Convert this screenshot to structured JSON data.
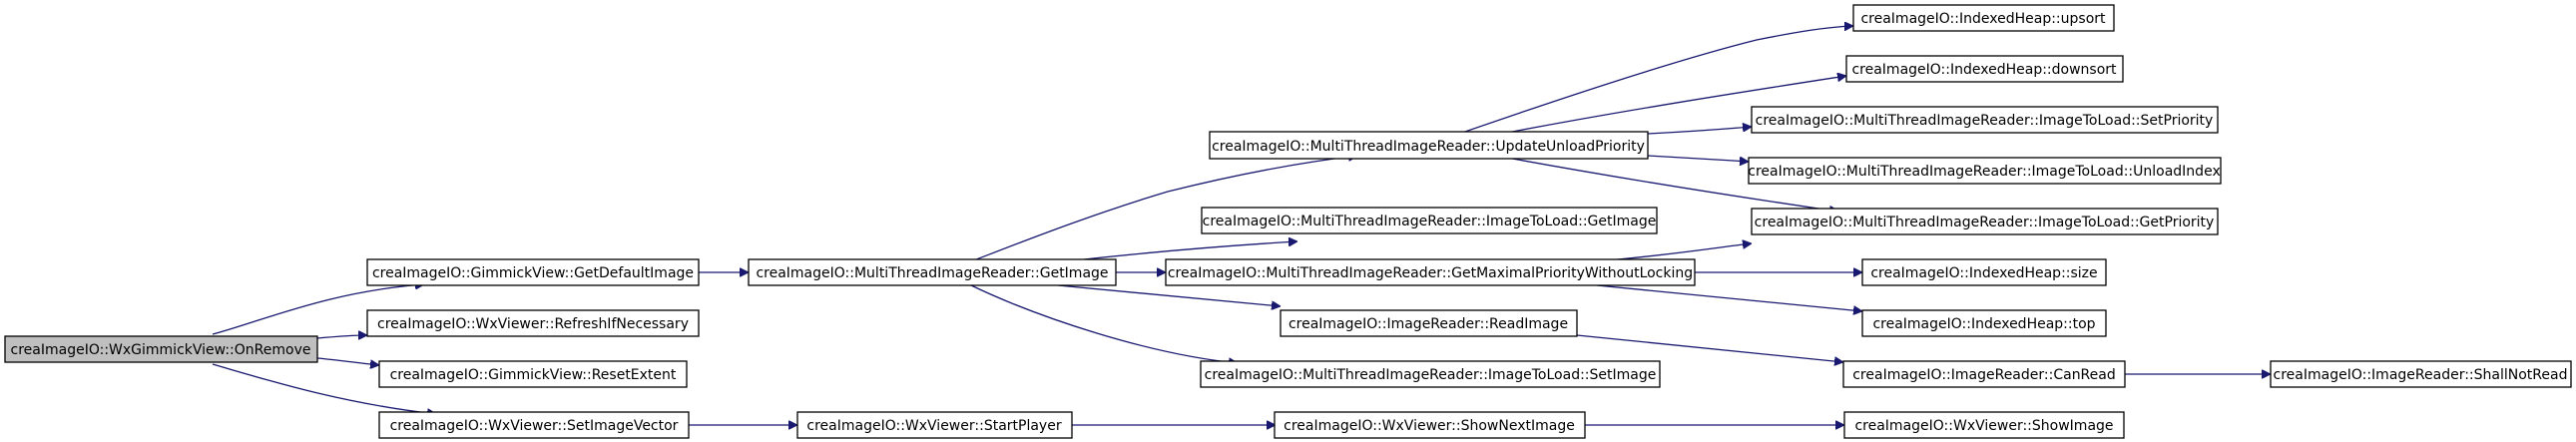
{
  "nodes": {
    "wxgimmick_onremove": "creaImageIO::WxGimmickView::OnRemove",
    "gimmick_getdefaultimage": "creaImageIO::GimmickView::GetDefaultImage",
    "wxviewer_refreshifnecessary": "creaImageIO::WxViewer::RefreshIfNecessary",
    "gimmick_resetextent": "creaImageIO::GimmickView::ResetExtent",
    "wxviewer_setimagevector": "creaImageIO::WxViewer::SetImageVector",
    "mtir_getimage": "creaImageIO::MultiThreadImageReader::GetImage",
    "wxviewer_startplayer": "creaImageIO::WxViewer::StartPlayer",
    "mtir_updateunloadpriority": "creaImageIO::MultiThreadImageReader::UpdateUnloadPriority",
    "mtir_itl_getimage": "creaImageIO::MultiThreadImageReader::ImageToLoad::GetImage",
    "mtir_getmaximalpriority": "creaImageIO::MultiThreadImageReader::GetMaximalPriorityWithoutLocking",
    "imagereader_readimage": "creaImageIO::ImageReader::ReadImage",
    "mtir_itl_setimage": "creaImageIO::MultiThreadImageReader::ImageToLoad::SetImage",
    "wxviewer_shownextimage": "creaImageIO::WxViewer::ShowNextImage",
    "indexedheap_upsort": "creaImageIO::IndexedHeap::upsort",
    "indexedheap_downsort": "creaImageIO::IndexedHeap::downsort",
    "mtir_itl_setpriority": "creaImageIO::MultiThreadImageReader::ImageToLoad::SetPriority",
    "mtir_itl_unloadindex": "creaImageIO::MultiThreadImageReader::ImageToLoad::UnloadIndex",
    "mtir_itl_getpriority": "creaImageIO::MultiThreadImageReader::ImageToLoad::GetPriority",
    "indexedheap_size": "creaImageIO::IndexedHeap::size",
    "indexedheap_top": "creaImageIO::IndexedHeap::top",
    "imagereader_canread": "creaImageIO::ImageReader::CanRead",
    "wxviewer_showimage": "creaImageIO::WxViewer::ShowImage",
    "imagereader_shallnotread": "creaImageIO::ImageReader::ShallNotRead"
  }
}
